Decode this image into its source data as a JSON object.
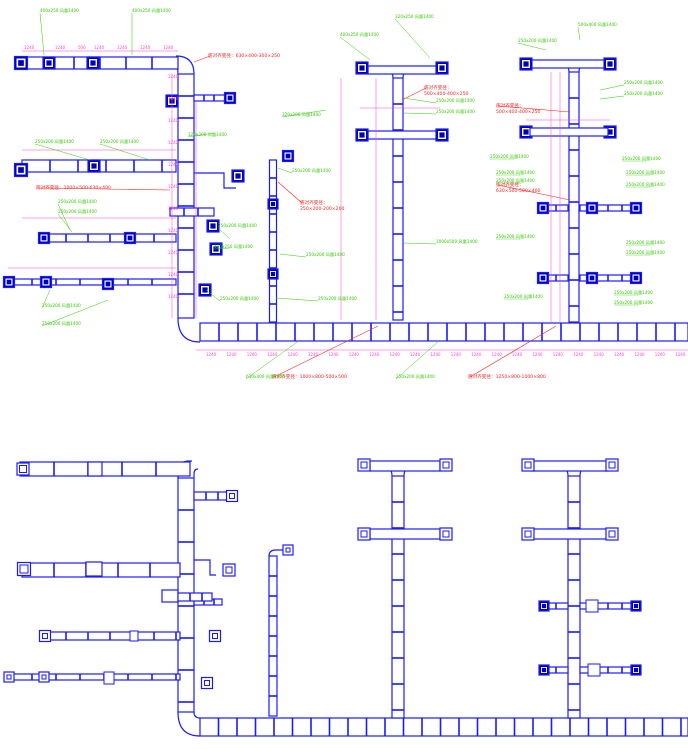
{
  "colors": {
    "duct": "#1a1aff",
    "duct_dark": "#0000b8",
    "dimension": "#ff44cc",
    "label_green": "#33cc00",
    "note_red": "#ff2020",
    "fill": "#ffffff"
  },
  "top_plan": {
    "notes": [
      {
        "line1": "底对齐变径：630×400-300×250"
      },
      {
        "line1": "底对齐变径：",
        "line2": "500×400-400×250"
      },
      {
        "line1": "底对齐变径：",
        "line2": "500×400-400×250"
      },
      {
        "line1": "底对齐变径：1000×500-630×400"
      },
      {
        "line1": "底对齐变径：",
        "line2": "250×200-200×200"
      },
      {
        "line1": "底对齐变径：",
        "line2": "630×500-500×400"
      },
      {
        "line1": "底对齐变径：1000×800-500×500"
      },
      {
        "line1": "底对齐变径：1250×800-1000×800"
      }
    ],
    "tags": [
      "400x250 风量1400",
      "400x250 风量1400",
      "320x250 风量1400",
      "400x250 风量1400",
      "320x200 风量1400",
      "320x200 风量1400",
      "250x200 风量1400",
      "250x200 风量1400",
      "250x200 风量1400",
      "250x200 风量1400",
      "250x200 风量1400",
      "400x250 风量1400",
      "500x400 风量1400",
      "1000x800 风量1400",
      "1000x500 风量1400",
      "630x400 风量1400",
      "250x200 风量1400",
      "250x200 风量1400",
      "250x200 风量1400",
      "250x200 风量1400",
      "250x200 风量1400",
      "250x200 风量1400",
      "250x200 风量1400",
      "250x200 风量1400",
      "250x200 风量1400",
      "250x200 风量1400",
      "250x200 风量1400",
      "250x200 风量1400"
    ],
    "bottom_dims": [
      "1240",
      "1240",
      "1240",
      "1240",
      "1240",
      "1240",
      "1240",
      "1240",
      "1240",
      "1240",
      "1240",
      "1240",
      "1240",
      "1240",
      "1240",
      "1240",
      "1240",
      "1240",
      "1240",
      "1240",
      "1240",
      "1240",
      "1240",
      "1240"
    ]
  }
}
